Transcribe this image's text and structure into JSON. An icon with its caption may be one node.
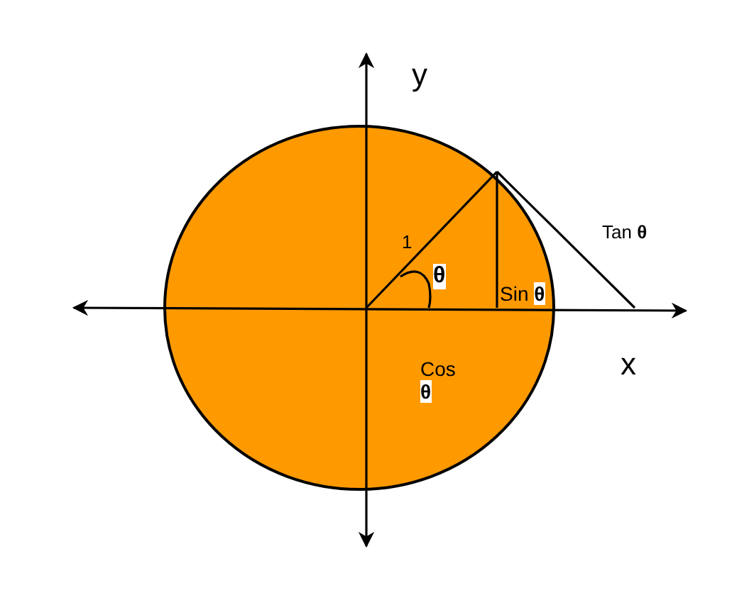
{
  "diagram": {
    "labels": [
      "y",
      "Tan **θ**",
      "1",
      "θ",
      "Sin **θ**",
      "x",
      "Cos **θ**"
    ]
  }
}
